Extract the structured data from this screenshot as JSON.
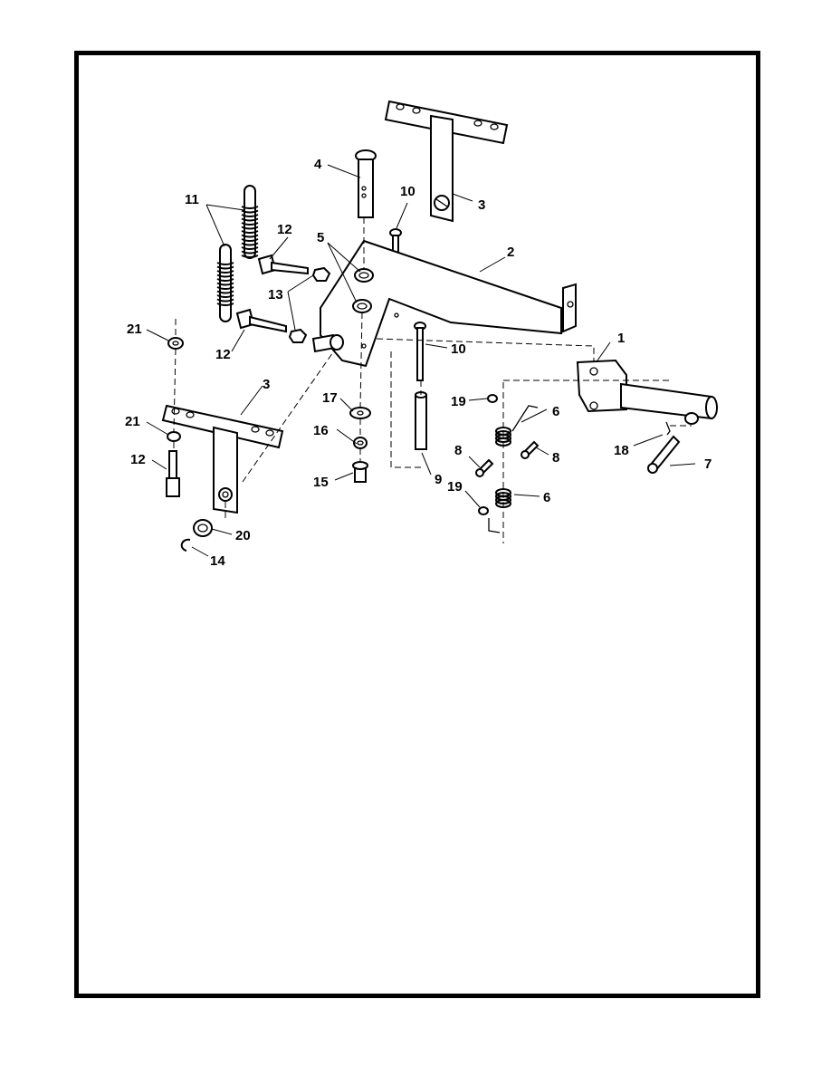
{
  "callouts": [
    {
      "id": "c1",
      "text": "1"
    },
    {
      "id": "c2",
      "text": "2"
    },
    {
      "id": "c3a",
      "text": "3"
    },
    {
      "id": "c3b",
      "text": "3"
    },
    {
      "id": "c4",
      "text": "4"
    },
    {
      "id": "c5",
      "text": "5"
    },
    {
      "id": "c6a",
      "text": "6"
    },
    {
      "id": "c6b",
      "text": "6"
    },
    {
      "id": "c7",
      "text": "7"
    },
    {
      "id": "c8a",
      "text": "8"
    },
    {
      "id": "c8b",
      "text": "8"
    },
    {
      "id": "c9",
      "text": "9"
    },
    {
      "id": "c10a",
      "text": "10"
    },
    {
      "id": "c10b",
      "text": "10"
    },
    {
      "id": "c11",
      "text": "11"
    },
    {
      "id": "c12a",
      "text": "12"
    },
    {
      "id": "c12b",
      "text": "12"
    },
    {
      "id": "c12c",
      "text": "12"
    },
    {
      "id": "c13",
      "text": "13"
    },
    {
      "id": "c14",
      "text": "14"
    },
    {
      "id": "c15",
      "text": "15"
    },
    {
      "id": "c16",
      "text": "16"
    },
    {
      "id": "c17",
      "text": "17"
    },
    {
      "id": "c18",
      "text": "18"
    },
    {
      "id": "c19a",
      "text": "19"
    },
    {
      "id": "c19b",
      "text": "19"
    },
    {
      "id": "c20",
      "text": "20"
    },
    {
      "id": "c21a",
      "text": "21"
    },
    {
      "id": "c21b",
      "text": "21"
    }
  ]
}
